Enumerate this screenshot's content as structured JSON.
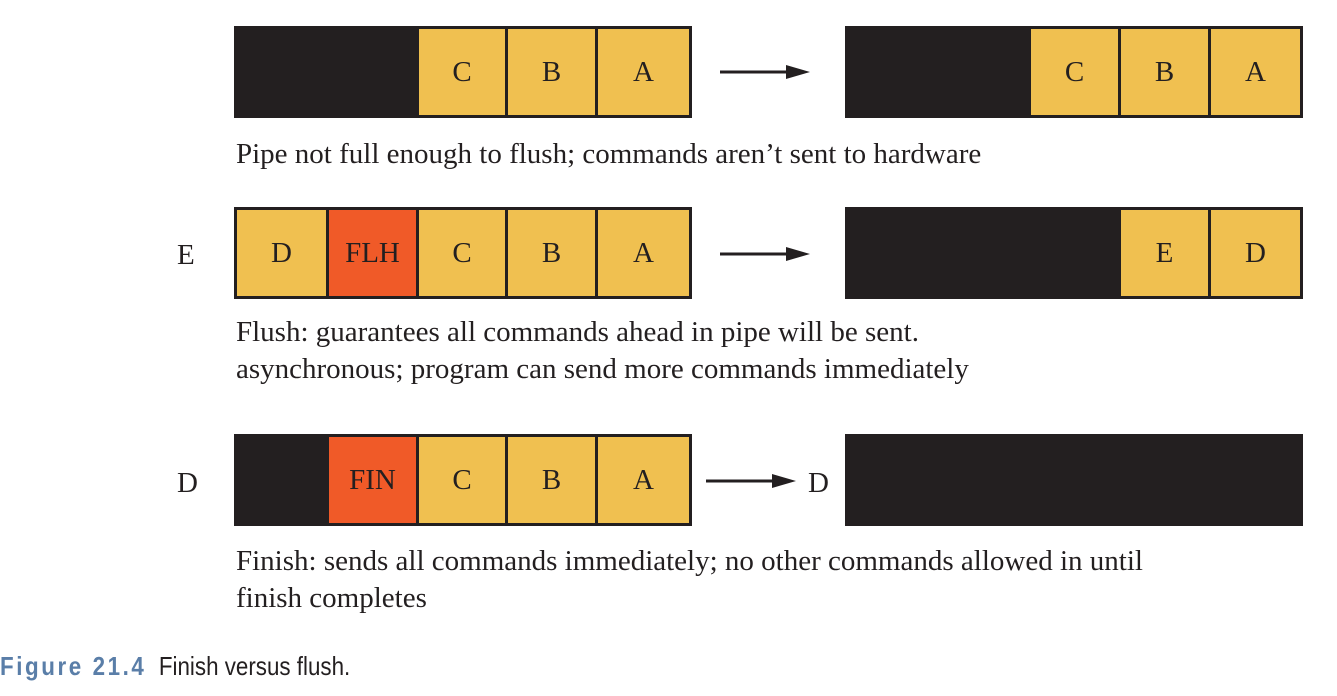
{
  "rows": [
    {
      "left_in": "",
      "before": [
        "",
        "",
        "C",
        "B",
        "A"
      ],
      "mid": "",
      "after": [
        "",
        "",
        "C",
        "B",
        "A"
      ],
      "caption": [
        "Pipe not full enough to  flush; commands aren’t sent to hardware"
      ]
    },
    {
      "left_in": "E",
      "before": [
        "D",
        "FLH",
        "C",
        "B",
        "A"
      ],
      "mid": "",
      "after": [
        "",
        "",
        "",
        "E",
        "D"
      ],
      "caption": [
        "Flush: guarantees all commands ahead in pipe will be sent.",
        "asynchronous; program can send more commands immediately"
      ]
    },
    {
      "left_in": "D",
      "before": [
        "",
        "FIN",
        "C",
        "B",
        "A"
      ],
      "mid": "D",
      "after": [
        "",
        "",
        "",
        "",
        ""
      ],
      "caption": [
        "Finish: sends all commands immediately; no other commands allowed in until",
        "finish completes"
      ]
    }
  ],
  "figure": {
    "number": "Figure 21.4",
    "title": "Finish versus flush."
  },
  "colors": {
    "pipe": "#231f20",
    "command": "#f0c050",
    "control": "#f05a28"
  }
}
